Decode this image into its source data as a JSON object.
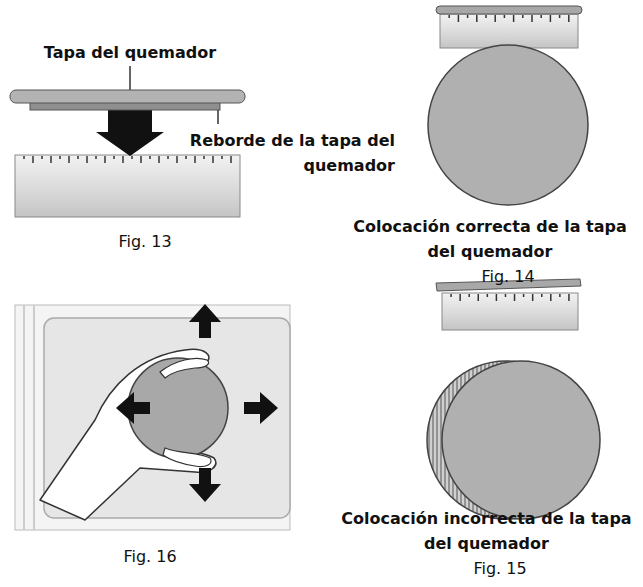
{
  "diagram": {
    "labels": [
      "Tapa del quemador",
      "Reborde de la tapa del quemador",
      "Fig. 13",
      "Colocación correcta de la tapa del quemador",
      "Fig. 14",
      "Fig. 16",
      "Colocación incorrecta de la tapa del quemador",
      "Fig. 15"
    ]
  }
}
